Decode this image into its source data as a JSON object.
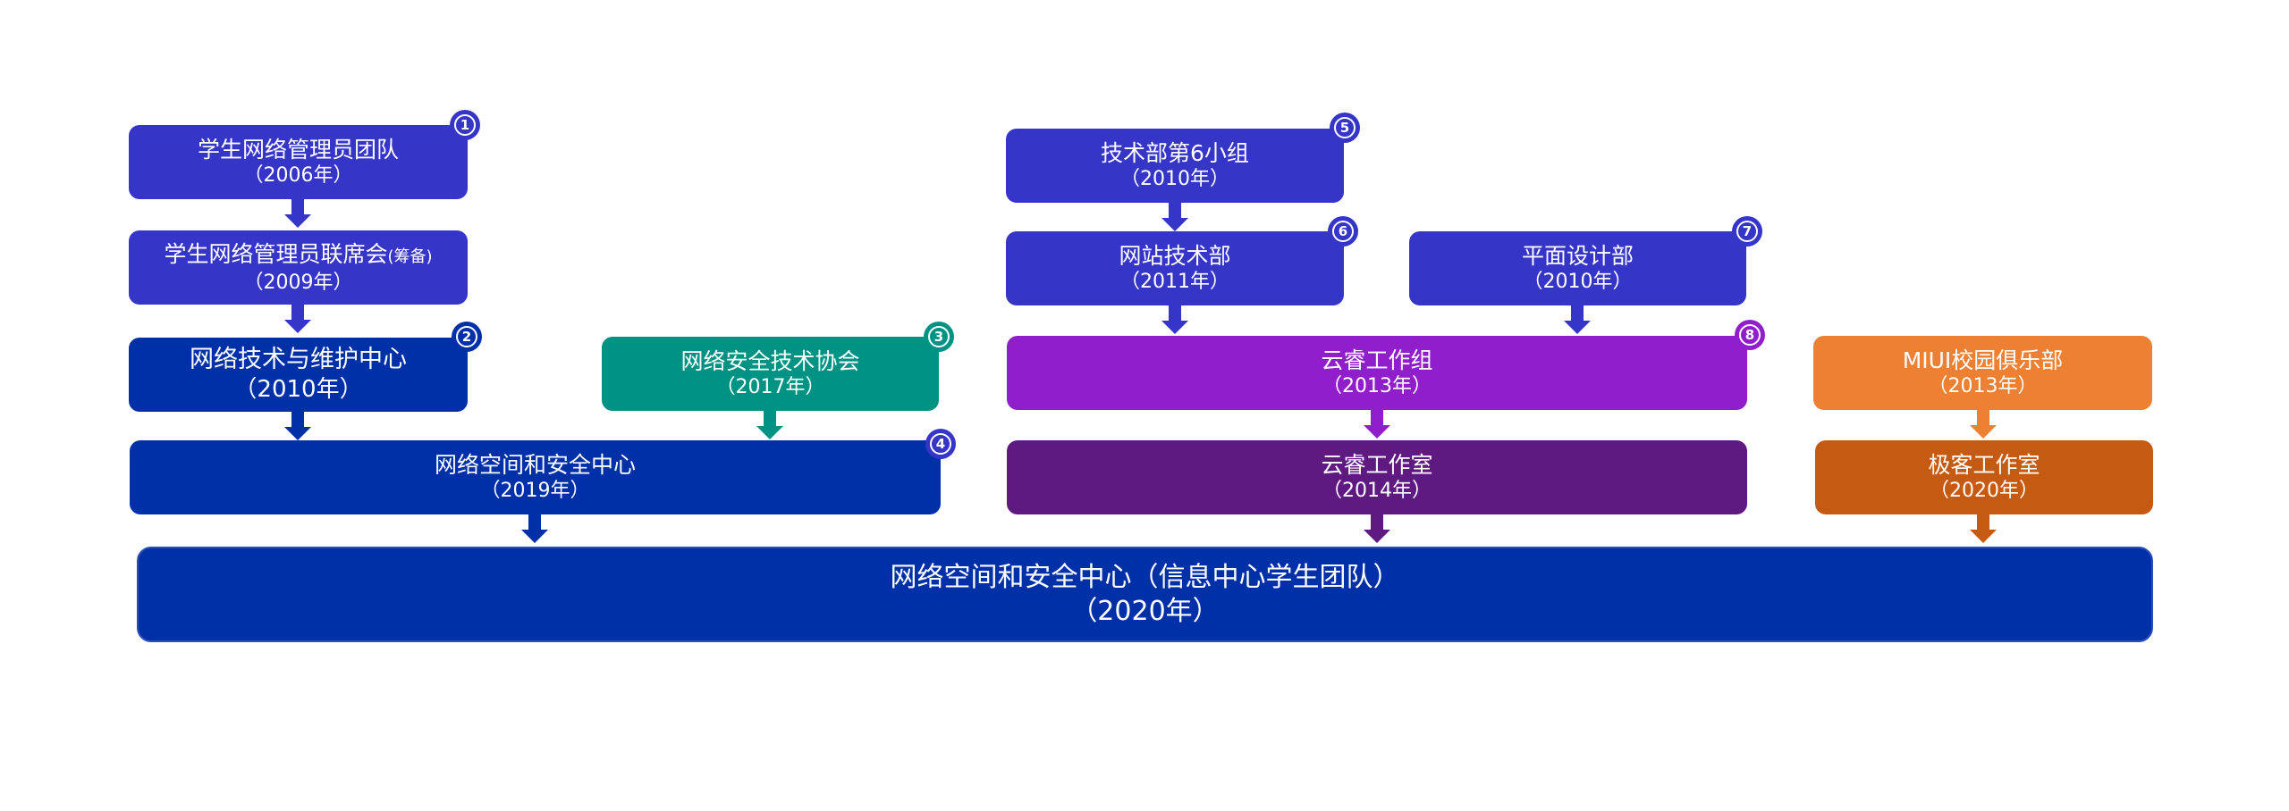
{
  "colors": {
    "violet_blue": "#3535c8",
    "dark_blue": "#0030a8",
    "teal": "#009384",
    "purple": "#901ecb",
    "dark_purple": "#5e1a80",
    "orange": "#ed8033",
    "dark_orange": "#c55b12"
  },
  "nodes": {
    "n1": {
      "title": "学生网络管理员团队",
      "year": "（2006年）",
      "badge": "1"
    },
    "n1b": {
      "title": "学生网络管理员联席会",
      "title_suffix": "(筹备)",
      "year": "（2009年）"
    },
    "n2": {
      "title": "网络技术与维护中心",
      "year": "（2010年）",
      "badge": "2"
    },
    "n3": {
      "title": "网络安全技术协会",
      "year": "（2017年）",
      "badge": "3"
    },
    "n4": {
      "title": "网络空间和安全中心",
      "year": "（2019年）",
      "badge": "4"
    },
    "n5": {
      "title": "技术部第6小组",
      "year": "（2010年）",
      "badge": "5"
    },
    "n6": {
      "title": "网站技术部",
      "year": "（2011年）",
      "badge": "6"
    },
    "n7": {
      "title": "平面设计部",
      "year": "（2010年）",
      "badge": "7"
    },
    "n8": {
      "title": "云睿工作组",
      "year": "（2013年）",
      "badge": "8"
    },
    "n9": {
      "title": "云睿工作室",
      "year": "（2014年）"
    },
    "n10": {
      "title": "MIUI校园俱乐部",
      "year": "（2013年）"
    },
    "n11": {
      "title": "极客工作室",
      "year": "（2020年）"
    },
    "final": {
      "title": "网络空间和安全中心（信息中心学生团队）",
      "year": "（2020年）"
    }
  }
}
